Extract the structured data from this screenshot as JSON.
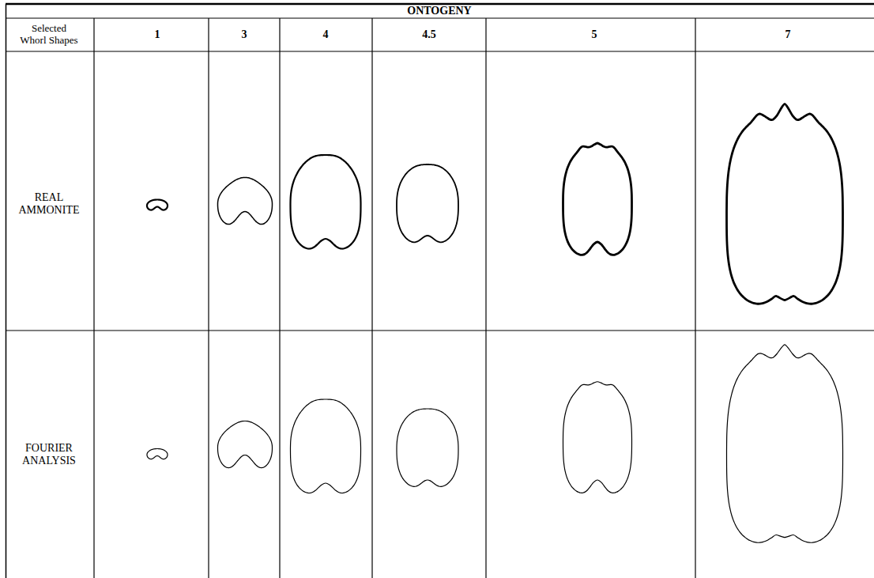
{
  "diagram": {
    "labels": [
      "ONTOGENY",
      "Selected Whorl Shapes",
      "1",
      "3",
      "4",
      "4.5",
      "5",
      "7",
      "REAL AMMONITE",
      "FOURIER ANALYSIS"
    ]
  }
}
